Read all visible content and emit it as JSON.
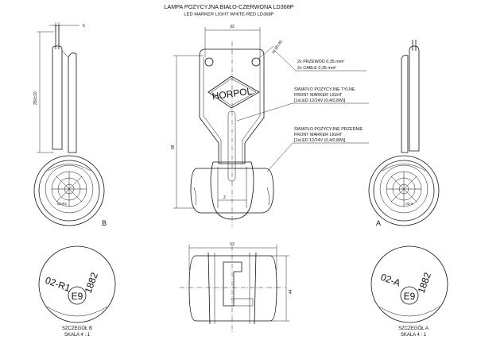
{
  "title": {
    "line1": "LAMPA POZYCYJNA BIAŁO-CZERWONA LD368P",
    "line2": "LED MARKER LIGHT WHITE-RED LD368P"
  },
  "brand_logo": "HORPOL",
  "callouts": {
    "cable": {
      "line1": "2x PRZEWÓD 0,35 mm²",
      "line2": "2x CABLE 0,35 mm²"
    },
    "rear": {
      "line1": "ŚWIATŁO POZYCYJNE TYLNE",
      "line2": "FRONT MARKER LIGHT",
      "line3": "[1xLED 12/24V (0,4/0,8W)]"
    },
    "front": {
      "line1": "ŚWIATŁO POZYCYJNE PRZEDNIE",
      "line2": "FRONT MARKER LIGHT",
      "line3": "[1xLED 12/24V (0,4/0,8W)]"
    }
  },
  "dimensions": {
    "d6": "6",
    "d250": "250±10",
    "d32": "32",
    "d2x380": "2x Ø3,80",
    "d99": "99",
    "d2": "2",
    "d52": "52",
    "d44": "44"
  },
  "views": {
    "left_label": "B",
    "right_label": "A"
  },
  "details": {
    "b": {
      "caption1": "SZCZEGÓŁ B",
      "caption2": "SKALA 4 : 1",
      "code": "02-R1",
      "mark": "E9",
      "number": "1882"
    },
    "a": {
      "caption1": "SZCZEGÓŁ A",
      "caption2": "SKALA 4 : 1",
      "code": "02-A",
      "mark": "E9",
      "number": "1882"
    }
  },
  "lamp_codes": {
    "left": "02-R1",
    "right": "02-A"
  }
}
